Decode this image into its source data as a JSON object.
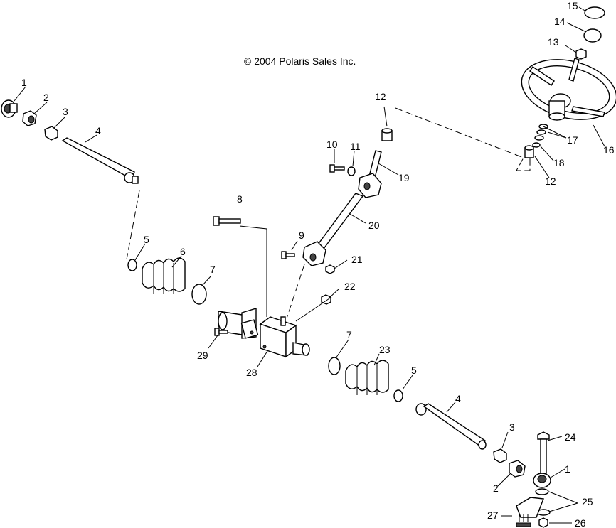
{
  "copyright": "© 2004 Polaris Sales Inc.",
  "callouts": {
    "c1a": "1",
    "c2a": "2",
    "c3a": "3",
    "c4a": "4",
    "c5a": "5",
    "c6": "6",
    "c7a": "7",
    "c8": "8",
    "c9": "9",
    "c10": "10",
    "c11": "11",
    "c12a": "12",
    "c12b": "12",
    "c13": "13",
    "c14": "14",
    "c15": "15",
    "c16": "16",
    "c17": "17",
    "c18": "18",
    "c19": "19",
    "c20": "20",
    "c21": "21",
    "c22": "22",
    "c7b": "7",
    "c23": "23",
    "c5b": "5",
    "c4b": "4",
    "c3b": "3",
    "c24": "24",
    "c1b": "1",
    "c2b": "2",
    "c25": "25",
    "c26": "26",
    "c27": "27",
    "c28": "28",
    "c29": "29"
  }
}
